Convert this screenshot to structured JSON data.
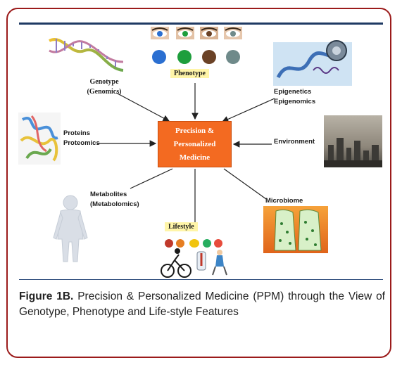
{
  "diagram": {
    "center_lines": [
      "Precision &",
      "Personalized",
      "Medicine"
    ],
    "nodes": {
      "phenotype": "Phenotype",
      "genotype": [
        "Genotype",
        "(Genomics)"
      ],
      "epigenetics": [
        "Epigenetics",
        "Epigenomics"
      ],
      "proteins": [
        "Proteins",
        "Proteomics"
      ],
      "environment": "Environment",
      "metabolites": [
        "Metabolites",
        "(Metabolomics)"
      ],
      "microbiome": "Microbiome",
      "lifestyle": "Lifestyle"
    },
    "colors": {
      "frame": "#9b1b1b",
      "rule": "#1f3a63",
      "center_box": "#f36a21",
      "lifestyle_tag": "#fff5a8",
      "eye_swatches": [
        "#2b6fd1",
        "#1e9e3c",
        "#6b4226",
        "#6f8a8a"
      ]
    }
  },
  "caption": {
    "label": "Figure 1B.",
    "text": " Precision & Personalized Medicine (PPM) through the View of Genotype, Phenotype and Life-style Features"
  }
}
